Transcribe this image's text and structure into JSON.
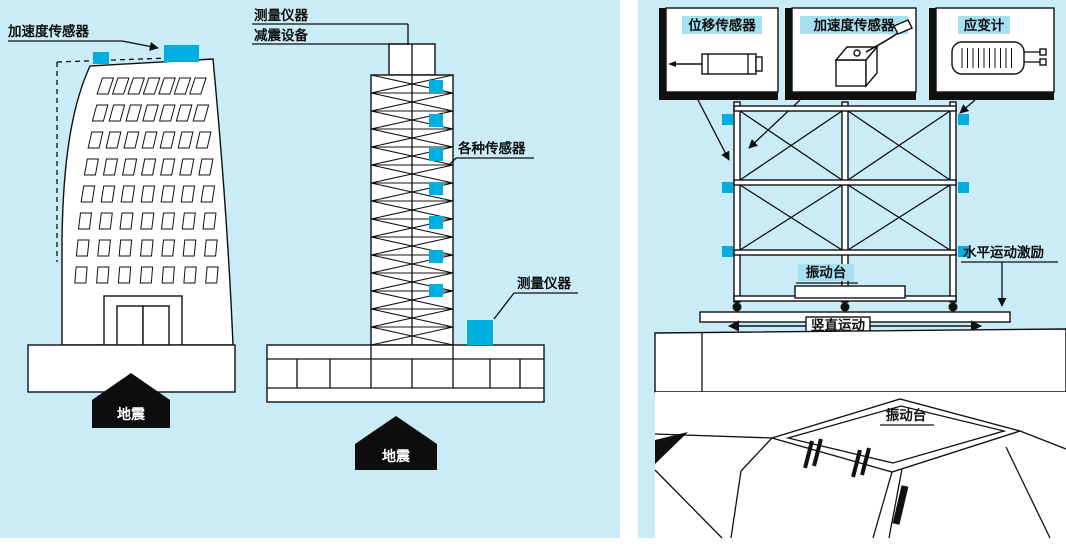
{
  "colors": {
    "panel_bg": "#c9ecf6",
    "sensor": "#00aee0",
    "highlight": "#a6dff0",
    "ink": "#101010"
  },
  "left_panel": {
    "labels": {
      "acceleration_sensor": "加速度传感器",
      "measuring_instrument": "测量仪器",
      "damping_equipment": "减震设备",
      "various_sensors": "各种传感器",
      "measuring_instrument_2": "测量仪器",
      "earthquake_1": "地震",
      "earthquake_2": "地震"
    }
  },
  "right_panel": {
    "legend": {
      "displacement_sensor": "位移传感器",
      "acceleration_sensor": "加速度传感器",
      "strain_gauge": "应变计"
    },
    "labels": {
      "shake_table_top": "振动台",
      "horizontal_motion_excitation": "水平运动激励",
      "vertical_motion": "竖直运动",
      "excitation": "激励",
      "shake_table_bottom": "振动台"
    }
  }
}
